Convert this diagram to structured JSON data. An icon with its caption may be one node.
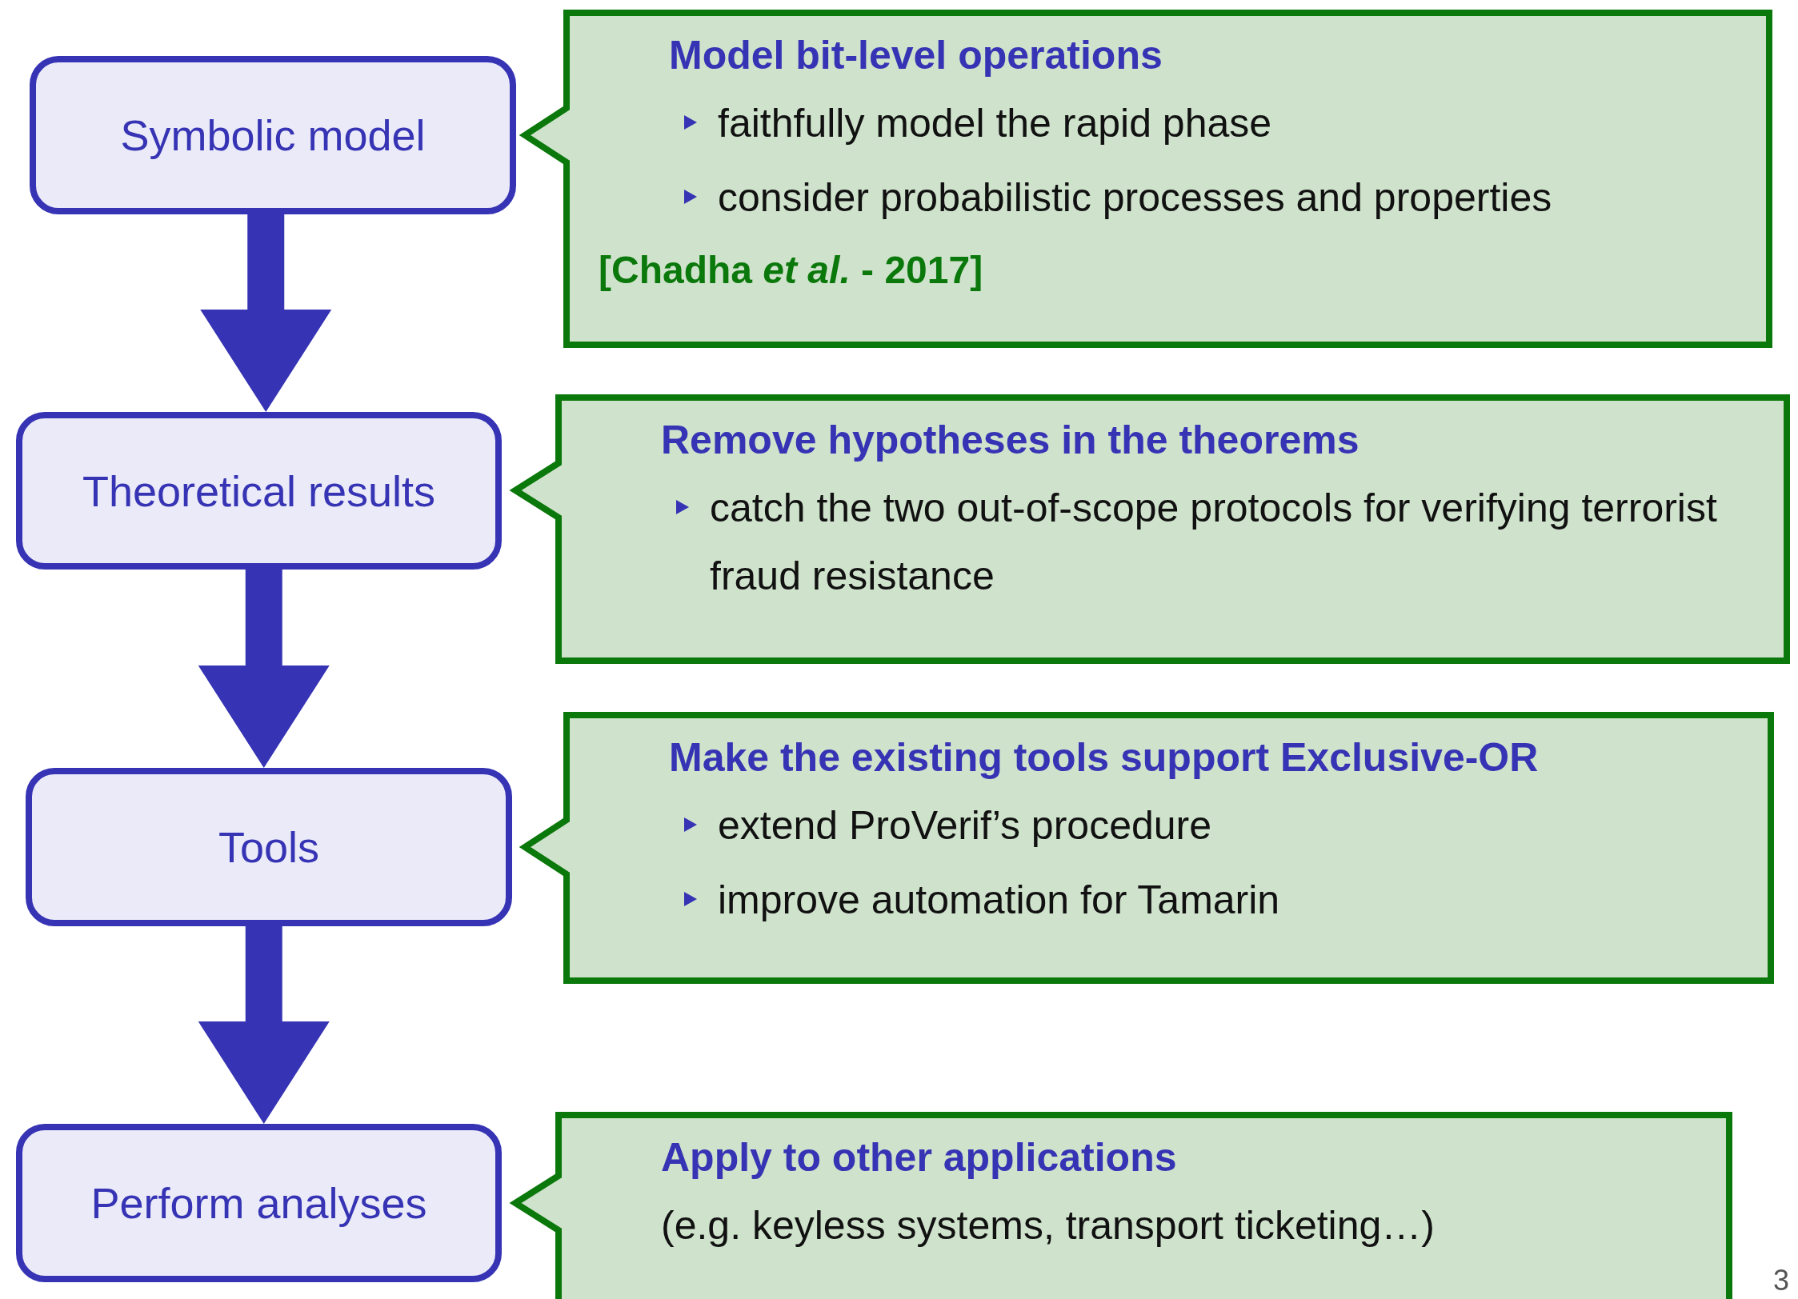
{
  "diagram": {
    "nodes": [
      {
        "text": [
          "Symbolic model"
        ]
      },
      {
        "text": [
          "Model bit-level operations",
          "faithfully model the rapid phase",
          "consider probabilistic processes and properties",
          "[Chadha *et al.* - 2017]"
        ]
      },
      {
        "text": [
          "Theoretical results"
        ]
      },
      {
        "text": [
          "Remove hypotheses in the theorems",
          "catch the two out-of-scope protocols for verifying terrorist fraud resistance"
        ]
      },
      {
        "text": [
          "Tools"
        ]
      },
      {
        "text": [
          "Make the existing tools support Exclusive-OR",
          "extend ProVerif’s procedure",
          "improve automation for Tamarin"
        ]
      },
      {
        "text": [
          "Perform analyses"
        ]
      },
      {
        "text": [
          "Apply to other applications",
          "(e.g. keyless systems, transport ticketing…)"
        ]
      }
    ],
    "edges": [
      {
        "from": 0,
        "to": 2,
        "arrow": "to",
        "style": "thick"
      },
      {
        "from": 2,
        "to": 4,
        "arrow": "to",
        "style": "thick"
      },
      {
        "from": 4,
        "to": 6,
        "arrow": "to",
        "style": "thick"
      }
    ],
    "labels": [
      "3"
    ]
  }
}
